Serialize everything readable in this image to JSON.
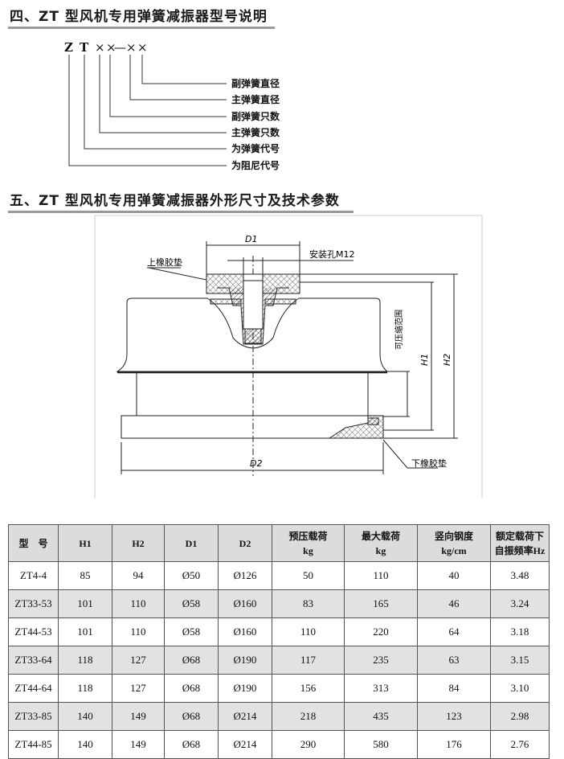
{
  "section4": {
    "title": "四、ZT 型风机专用弹簧减振器型号说明",
    "code": {
      "z": "Z",
      "t": "T",
      "x1": "×",
      "x2": "×",
      "dash": "—",
      "x3": "×",
      "x4": "×"
    },
    "labels": [
      "副弹簧直径",
      "主弹簧直径",
      "副弹簧只数",
      "主弹簧只数",
      "为弹簧代号",
      "为阻尼代号"
    ]
  },
  "section5": {
    "title": "五、ZT 型风机专用弹簧减振器外形尺寸及技术参数"
  },
  "diagram": {
    "d1": "D1",
    "d2": "D2",
    "h1": "H1",
    "h2": "H2",
    "mount_hole": "安装孔M12",
    "upper_pad": "上橡胶垫",
    "lower_pad": "下橡胶垫",
    "range": "可压缩范围"
  },
  "table": {
    "headers": [
      "型　号",
      "H1",
      "H2",
      "D1",
      "D2",
      "预压载荷",
      "kg",
      "最大载荷",
      "kg",
      "竖向钢度",
      "kg/cm",
      "额定载荷下",
      "自振频率Hz"
    ],
    "rows": [
      [
        "ZT4-4",
        "85",
        "94",
        "Ø50",
        "Ø126",
        "50",
        "110",
        "40",
        "3.48"
      ],
      [
        "ZT33-53",
        "101",
        "110",
        "Ø58",
        "Ø160",
        "83",
        "165",
        "46",
        "3.24"
      ],
      [
        "ZT44-53",
        "101",
        "110",
        "Ø58",
        "Ø160",
        "110",
        "220",
        "64",
        "3.18"
      ],
      [
        "ZT33-64",
        "118",
        "127",
        "Ø68",
        "Ø190",
        "117",
        "235",
        "63",
        "3.15"
      ],
      [
        "ZT44-64",
        "118",
        "127",
        "Ø68",
        "Ø190",
        "156",
        "313",
        "84",
        "3.10"
      ],
      [
        "ZT33-85",
        "140",
        "149",
        "Ø68",
        "Ø214",
        "218",
        "435",
        "123",
        "2.98"
      ],
      [
        "ZT44-85",
        "140",
        "149",
        "Ø68",
        "Ø214",
        "290",
        "580",
        "176",
        "2.76"
      ]
    ]
  }
}
